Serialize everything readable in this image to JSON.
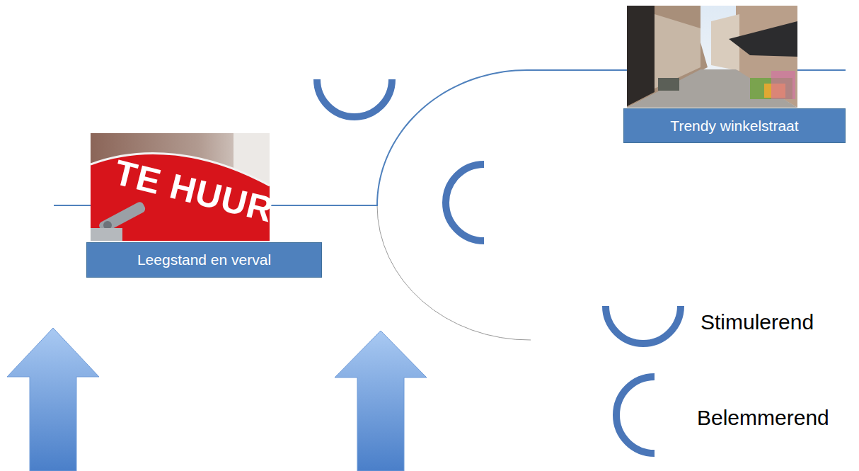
{
  "diagram": {
    "nodes": [
      {
        "text": [
          "Leegstand en verval"
        ]
      },
      {
        "text": [
          "Trendy winkelstraat"
        ]
      }
    ],
    "edges": [
      {
        "from": 0,
        "to": 1,
        "arrow": "none"
      }
    ],
    "labels": [
      "TE HUUR"
    ],
    "legend": [
      {
        "text": "Stimulerend"
      },
      {
        "text": "Belemmerend"
      }
    ]
  }
}
